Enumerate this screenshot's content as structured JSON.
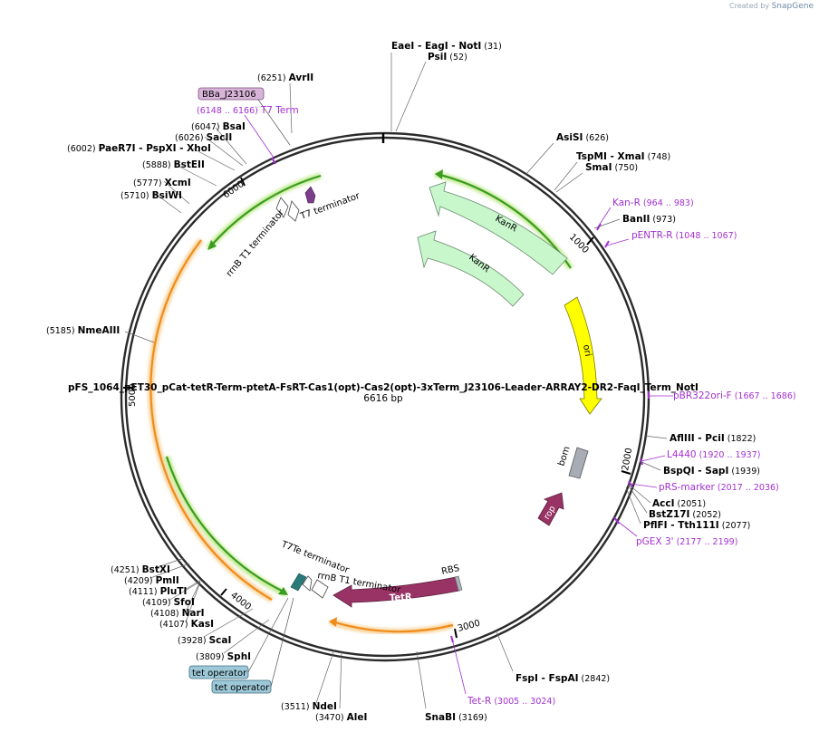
{
  "watermark": {
    "prefix": "Created by",
    "brand": "SnapGene"
  },
  "plasmid": {
    "name": "pFS_1064_pET30_pCat-tetR-Term-ptetA-FsRT-Cas1(opt)-Cas2(opt)-3xTerm_J23106-Leader-ARRAY2-DR2-FaqI_Term_NotI",
    "size": "6616 bp"
  },
  "ticks": [
    "1000",
    "2000",
    "3000",
    "4000",
    "5000",
    "6000"
  ],
  "enzymes": [
    {
      "id": "eaei",
      "parts": [
        "EaeI",
        "  -  EagI",
        "  -  NotI"
      ],
      "num": "(31)"
    },
    {
      "id": "psii",
      "parts": [
        "PsiI"
      ],
      "num": "(52)"
    },
    {
      "id": "asisi",
      "parts": [
        "AsiSI"
      ],
      "num": "(626)"
    },
    {
      "id": "tspmi",
      "parts": [
        "TspMI",
        "  -  XmaI"
      ],
      "num": "(748)"
    },
    {
      "id": "smai",
      "parts": [
        "SmaI"
      ],
      "num": "(750)"
    },
    {
      "id": "banii",
      "parts": [
        "BanII"
      ],
      "num": "(973)"
    },
    {
      "id": "afliii",
      "parts": [
        "AflIII",
        "  -  PciI"
      ],
      "num": "(1822)"
    },
    {
      "id": "bspqi",
      "parts": [
        "BspQI",
        "  -  SapI"
      ],
      "num": "(1939)"
    },
    {
      "id": "acci",
      "parts": [
        "AccI"
      ],
      "num": "(2051)"
    },
    {
      "id": "bstz17i",
      "parts": [
        "BstZ17I"
      ],
      "num": "(2052)"
    },
    {
      "id": "pflfi",
      "parts": [
        "PflFI",
        "  -  Tth111I"
      ],
      "num": "(2077)"
    },
    {
      "id": "fspi",
      "parts": [
        "FspI",
        "  -  FspAI"
      ],
      "num": "(2842)"
    },
    {
      "id": "snabi",
      "parts": [
        "SnaBI"
      ],
      "num": "(3169)"
    },
    {
      "id": "alei",
      "parts": [
        "AleI"
      ],
      "num": "(3470)",
      "numFirst": true
    },
    {
      "id": "ndei",
      "parts": [
        "NdeI"
      ],
      "num": "(3511)",
      "numFirst": true
    },
    {
      "id": "sphi",
      "parts": [
        "SphI"
      ],
      "num": "(3809)",
      "numFirst": true
    },
    {
      "id": "scai",
      "parts": [
        "ScaI"
      ],
      "num": "(3928)",
      "numFirst": true
    },
    {
      "id": "kasi",
      "parts": [
        "KasI"
      ],
      "num": "(4107)",
      "numFirst": true
    },
    {
      "id": "nari",
      "parts": [
        "NarI"
      ],
      "num": "(4108)",
      "numFirst": true
    },
    {
      "id": "sfoi",
      "parts": [
        "SfoI"
      ],
      "num": "(4109)",
      "numFirst": true
    },
    {
      "id": "pluti",
      "parts": [
        "PluTI"
      ],
      "num": "(4111)",
      "numFirst": true
    },
    {
      "id": "pmli",
      "parts": [
        "PmlI"
      ],
      "num": "(4209)",
      "numFirst": true
    },
    {
      "id": "bstxi",
      "parts": [
        "BstXI"
      ],
      "num": "(4251)",
      "numFirst": true
    },
    {
      "id": "nmeaiii",
      "parts": [
        "NmeAIII"
      ],
      "num": "(5185)",
      "numFirst": true
    },
    {
      "id": "bsiwi",
      "parts": [
        "BsiWI"
      ],
      "num": "(5710)",
      "numFirst": true
    },
    {
      "id": "xcmi",
      "parts": [
        "XcmI"
      ],
      "num": "(5777)",
      "numFirst": true
    },
    {
      "id": "bsteii",
      "parts": [
        "BstEII"
      ],
      "num": "(5888)",
      "numFirst": true
    },
    {
      "id": "paer7i",
      "parts": [
        "PaeR7I",
        "  -  PspXI",
        "  -  XhoI"
      ],
      "num": "(6002)",
      "numFirst": true
    },
    {
      "id": "sacii",
      "parts": [
        "SacII"
      ],
      "num": "(6026)",
      "numFirst": true
    },
    {
      "id": "bsai",
      "parts": [
        "BsaI"
      ],
      "num": "(6047)",
      "numFirst": true
    },
    {
      "id": "avrii",
      "parts": [
        "AvrII"
      ],
      "num": "(6251)",
      "numFirst": true
    }
  ],
  "primers": [
    {
      "id": "kan-r",
      "label": "Kan-R",
      "range": "(964 .. 983)"
    },
    {
      "id": "pentr-r",
      "label": "pENTR-R",
      "range": "(1048 .. 1067)"
    },
    {
      "id": "pbr322ori-f",
      "label": "pBR322ori-F",
      "range": "(1667 .. 1686)"
    },
    {
      "id": "l4440",
      "label": "L4440",
      "range": "(1920 .. 1937)"
    },
    {
      "id": "prs-marker",
      "label": "pRS-marker",
      "range": "(2017 .. 2036)"
    },
    {
      "id": "pgex3",
      "label": "pGEX 3'",
      "range": "(2177 .. 2199)"
    },
    {
      "id": "tet-r",
      "label": "Tet-R",
      "range": "(3005 .. 3024)"
    },
    {
      "id": "t7term",
      "label": "T7 Term",
      "range": "(6148 .. 6166)",
      "numFirst": true
    }
  ],
  "features": {
    "kanr1": "KanR",
    "kanr2": "KanR",
    "ori": "ori",
    "bom": "bom",
    "rop": "rop",
    "tetr": "TetR",
    "rbs": "RBS",
    "t7te_terminator": "T7Te terminator",
    "rrnb_t1_terminator_bottom": "rrnB T1 terminator",
    "rrnb_t1_terminator_top": "rrnB T1 terminator",
    "t7_terminator": "T7 terminator",
    "bba_j23106": "BBa_J23106",
    "tet_operator_1": "tet operator",
    "tet_operator_2": "tet operator"
  },
  "colors": {
    "backbone": "#2b2b2b",
    "kanr_fill": "#c9f7cc",
    "ori_fill": "#ffff00",
    "bom_fill": "#a8adb5",
    "rop_fill": "#993366",
    "tetr_fill": "#993366",
    "green_orf": "#3c9c1f",
    "orange_orf": "#f08c1c",
    "primer": "#a22fd1",
    "tet_operator_fill": "#9cc8d8",
    "bba_fill": "#d8b4d8"
  }
}
